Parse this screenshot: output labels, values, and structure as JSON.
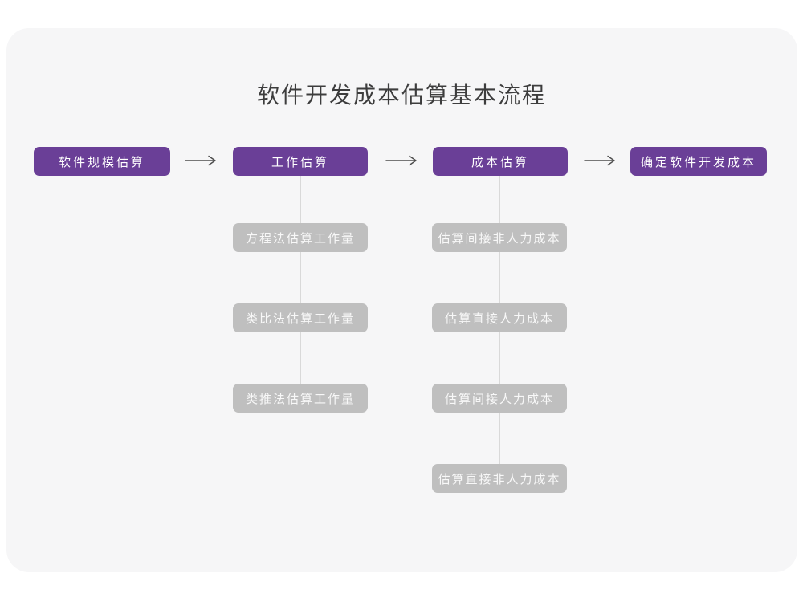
{
  "title": "软件开发成本估算基本流程",
  "colors": {
    "card_background": "#f6f6f7",
    "primary_box": "#6a3f97",
    "secondary_box": "#bfbfbf",
    "connector_line": "#d9d9d9",
    "arrow": "#4d4d4d",
    "title_text": "#3d3d3d",
    "box_text": "#ffffff"
  },
  "flow": {
    "arrow_icon": "long-right-arrow-icon",
    "main_steps": [
      {
        "label": "软件规模估算",
        "children": []
      },
      {
        "label": "工作估算",
        "children": [
          "方程法估算工作量",
          "类比法估算工作量",
          "类推法估算工作量"
        ]
      },
      {
        "label": "成本估算",
        "children": [
          "估算间接非人力成本",
          "估算直接人力成本",
          "估算间接人力成本",
          "估算直接非人力成本"
        ]
      },
      {
        "label": "确定软件开发成本",
        "children": []
      }
    ]
  }
}
